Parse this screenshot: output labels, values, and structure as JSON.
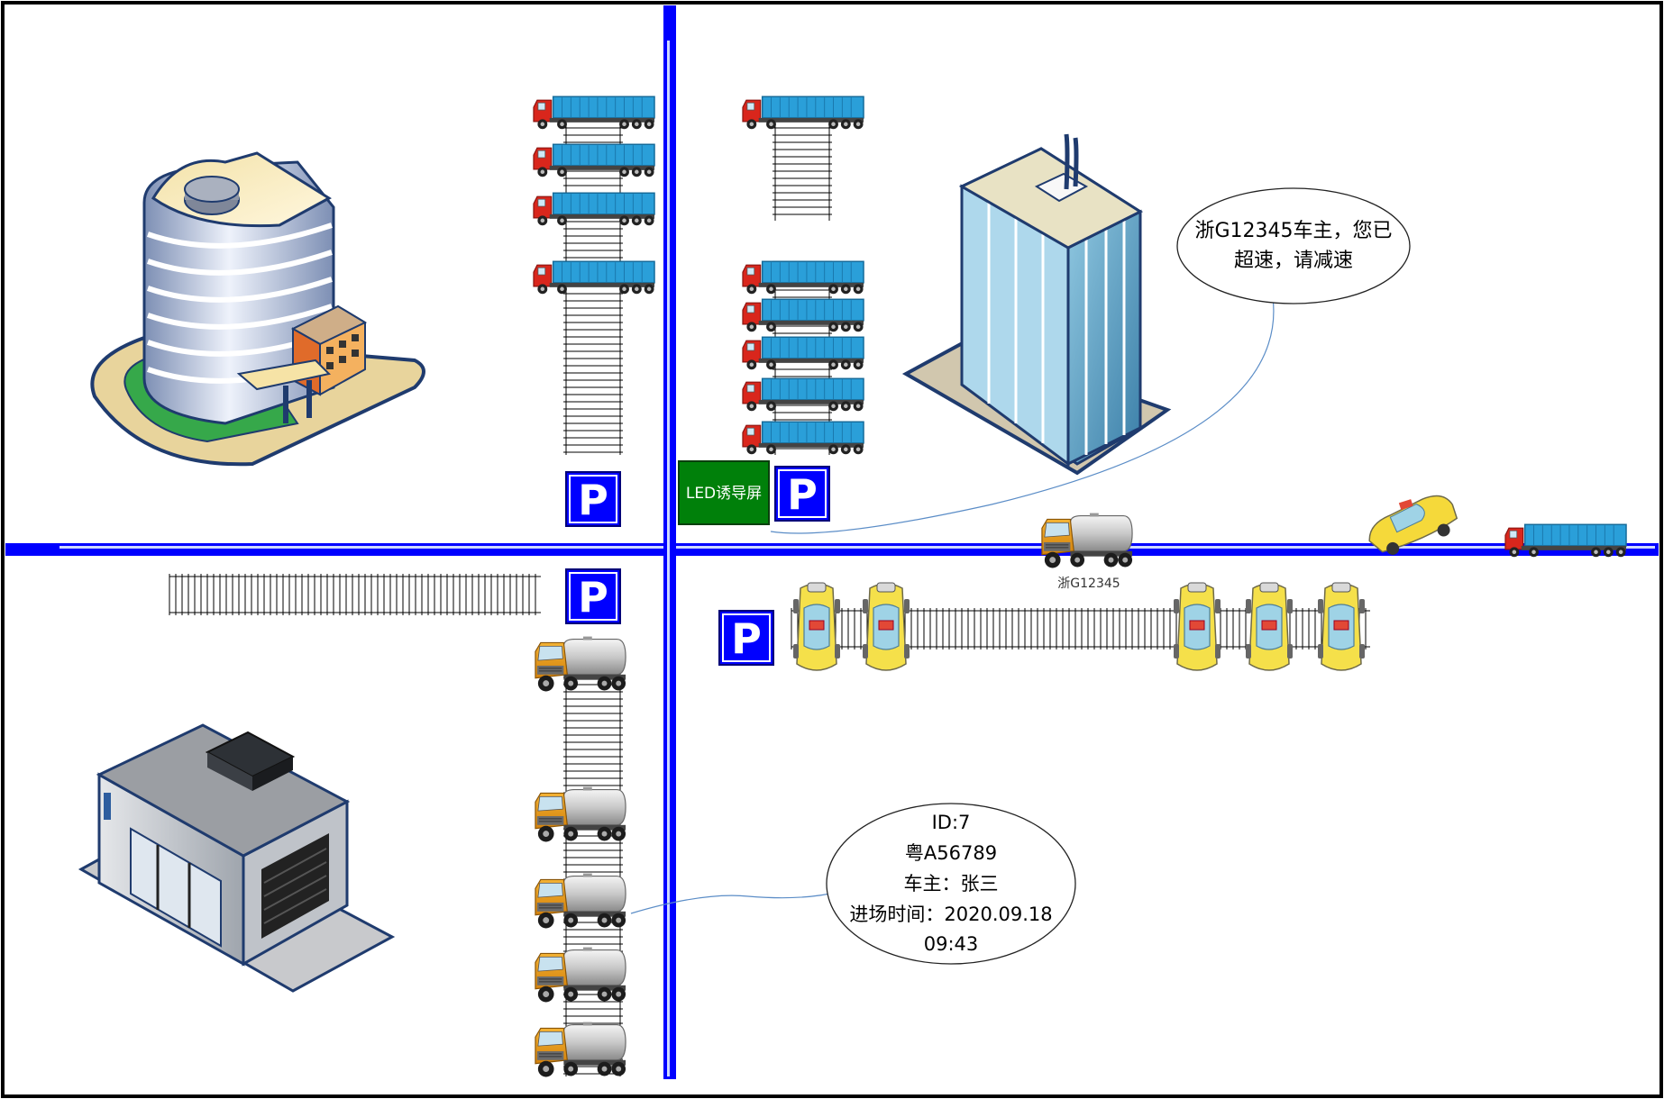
{
  "led_screen": {
    "label": "LED诱导屏",
    "bg": "#00800a",
    "fg": "#ffffff"
  },
  "parking_sign": {
    "glyph": "P",
    "bg": "#0000ff",
    "fg": "#ffffff"
  },
  "road_color": "#0000ff",
  "vehicle_plate_label": "浙G12345",
  "speed_bubble": {
    "line1": "浙G12345车主，您已",
    "line2": "超速，请减速"
  },
  "info_bubble": {
    "id": "ID:7",
    "plate": "粤A56789",
    "owner": "车主：张三",
    "entry": "进场时间：2020.09.18",
    "time": "09:43"
  },
  "icons": {
    "office_building": "office-building-icon",
    "glass_tower": "glass-tower-icon",
    "warehouse": "warehouse-icon",
    "container_truck": "container-truck-icon",
    "tanker_truck": "tanker-truck-icon",
    "taxi": "taxi-icon",
    "parking": "parking-sign-icon"
  }
}
